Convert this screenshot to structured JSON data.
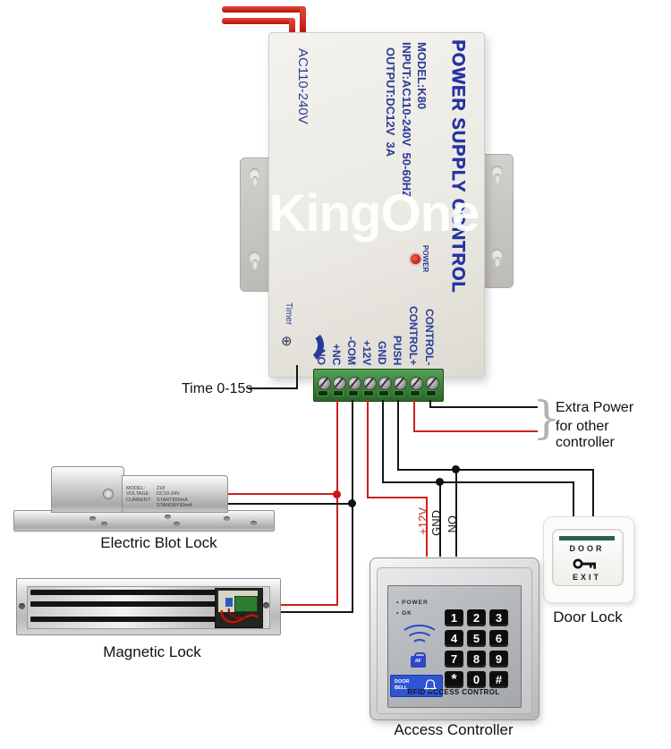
{
  "psu": {
    "watermark": "KingOne",
    "side_label": "AC110-240V",
    "title": "POWER SUPPLY CONTROL",
    "model": "MODEL:K80",
    "input_spec": "INPUT:AC110-240V  50-60HZ",
    "output_spec": "OUTPUT:DC12V  3A",
    "power_led_label": "POWER",
    "timer_label": "Timer",
    "terminals": [
      "+NO",
      "+NC",
      "-COM",
      "+12V",
      "GND",
      "PUSH",
      "CONTROL+",
      "CONTROL-"
    ]
  },
  "annotations": {
    "time_label": "Time 0-15s",
    "brace": "}",
    "extra_power_line1": "Extra Power",
    "extra_power_line2": "for other controller"
  },
  "wire_labels": {
    "v12": "+12V",
    "gnd": "GND",
    "no": "NO"
  },
  "bolt_lock": {
    "label": "Electric Blot Lock",
    "specs": [
      {
        "k": "MODEL:",
        "v": "218"
      },
      {
        "k": "VOLTAGE:",
        "v": "DC10-24V"
      },
      {
        "k": "CURRENT:",
        "v": "START850mA"
      },
      {
        "k": "",
        "v": "STANDBY80mA"
      }
    ]
  },
  "magnetic_lock": {
    "label": "Magnetic Lock"
  },
  "door_lock": {
    "label": "Door Lock",
    "line1": "DOOR",
    "line2": "EXIT"
  },
  "controller": {
    "label": "Access Controller",
    "power_label": "POWER",
    "ok_label": "OK",
    "rf_label": "RF",
    "doorbell_line1": "DOOR",
    "doorbell_line2": "BELL",
    "rfid_text": "RFID ACCESS CONTROL",
    "keys": [
      "1",
      "2",
      "3",
      "4",
      "5",
      "6",
      "7",
      "8",
      "9",
      "*",
      "0",
      "#"
    ]
  },
  "icons": {
    "timer_screw": "⊕",
    "led_bullet": "•"
  },
  "colors": {
    "wire_red": "#cc2020",
    "wire_black": "#161616",
    "psu_text_blue": "#2b3a96",
    "terminal_green": "#3a8a3a",
    "exit_bar_teal": "#2d5e54",
    "keypad_blue": "#2c47c8",
    "led_red": "#c01508"
  }
}
